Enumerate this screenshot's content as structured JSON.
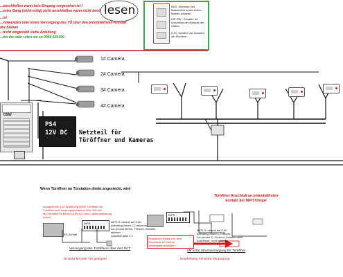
{
  "top_notes": [
    "...anschließen wenn kein Eingang vorgesehen ist !",
    "...extra Gang (nicht nötig) nicht anschließen wenn nicht benötigt",
    "...ist",
    "...verwenden oder eines Versorgung des TÖ über den potentialfreien Kontakt der Station",
    "...nicht eingestellt siehe Anleitung"
  ],
  "top_note_green": "...bei die oder rufen sie an 0049-126190",
  "lesen_label": "lesen",
  "inset_notes": [
    "BUS- Klemmen mit Masseneck sowie einem Master schalten",
    "DIP-SW - Schalter für Anschluss der Adresse der Station",
    "LUS- Schalter zur Auswahl der Monitore"
  ],
  "cameras": [
    {
      "label": "1# Camera"
    },
    {
      "label": "2# Camera"
    },
    {
      "label": "3# Camera"
    },
    {
      "label": "4# Camera"
    }
  ],
  "dvr_label": "DSW",
  "psu_label": [
    "PS4",
    "12V DC"
  ],
  "netzteil_label": [
    "Netzteil für",
    "Türöffner und Kameras"
  ],
  "bottom_left": {
    "heading": "Wenn Türöffner an Türstation direkt angesteckt, wird",
    "body": [
      "Anzapfen bei 12V Spannung Wenn Türöffner mit",
      "Türöffner eine Leistungsaufnahme über 300 mA",
      "die Türöffner im Bereich 12V-AC ohne Lastdrahtleistung",
      "Import"
    ],
    "dip_label": "DIPS",
    "dip_notes": [
      "DIPS-S: default auf 8 AC",
      "activating Strom 1-2 ankommen",
      "AU (model 00/00): Freischl.-Schalter-aktiviert",
      "Anschluß jetzt 4 V"
    ],
    "device_label": "AH-Schaltt",
    "caption_italic": "Versorgung des Türöffners über den DCT",
    "caption_red": "ist nicht für jede Tür geeignet"
  },
  "bottom_right": {
    "heading_lines": [
      "Türöffner Anschluß an potentialfreien",
      "kontakt der MFH Klingel"
    ],
    "dip_label": "DIPS",
    "red_box": [
      "Schwarzes Relais von dem",
      "Anschluss an externe",
      "Versorgung schließen"
    ],
    "dip_notes": [
      "DIPS-S: default auf 8 AC",
      "activating Strom 1-2 anschl.",
      "AU (model 1): Freischl.-Schalter-aktiv",
      "Anschluss: nicht schalten"
    ],
    "caption_italic": "Mit extra Stromversorgung für Türöffner",
    "caption_red": "Empfehlung mit extra Versorgung"
  },
  "colors": {
    "accent_red": "#d01818",
    "accent_green": "#2a9a2a",
    "inset_border": "#3aa84a"
  }
}
